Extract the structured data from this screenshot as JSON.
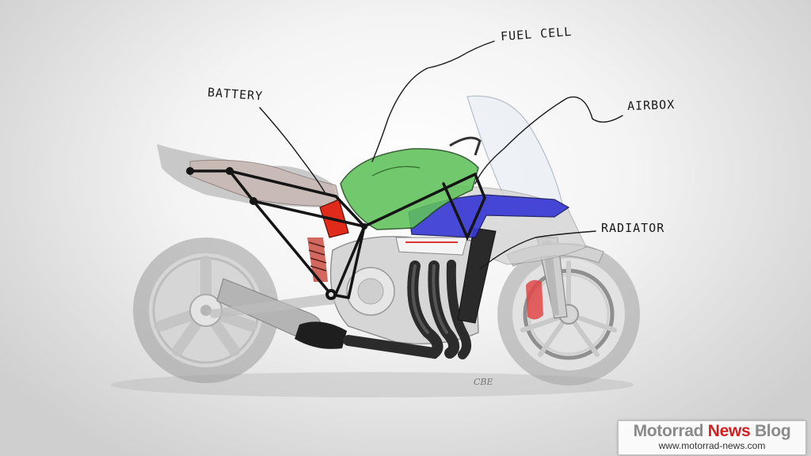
{
  "callouts": {
    "battery": "BATTERY",
    "fuel_cell": "FUEL CELL",
    "airbox": "AIRBOX",
    "radiator": "RADIATOR"
  },
  "signature": "CBE",
  "watermark": {
    "brand_part1": "Motorrad",
    "brand_part2": "News",
    "brand_part3": "Blog",
    "url": "www.motorrad-news.com"
  },
  "colors": {
    "fuel_cell": "#5fc25a",
    "airbox": "#3a3ad6",
    "battery": "#e02a1a",
    "brake_caliper": "#e04848",
    "watermark_accent": "#d31f1f"
  }
}
